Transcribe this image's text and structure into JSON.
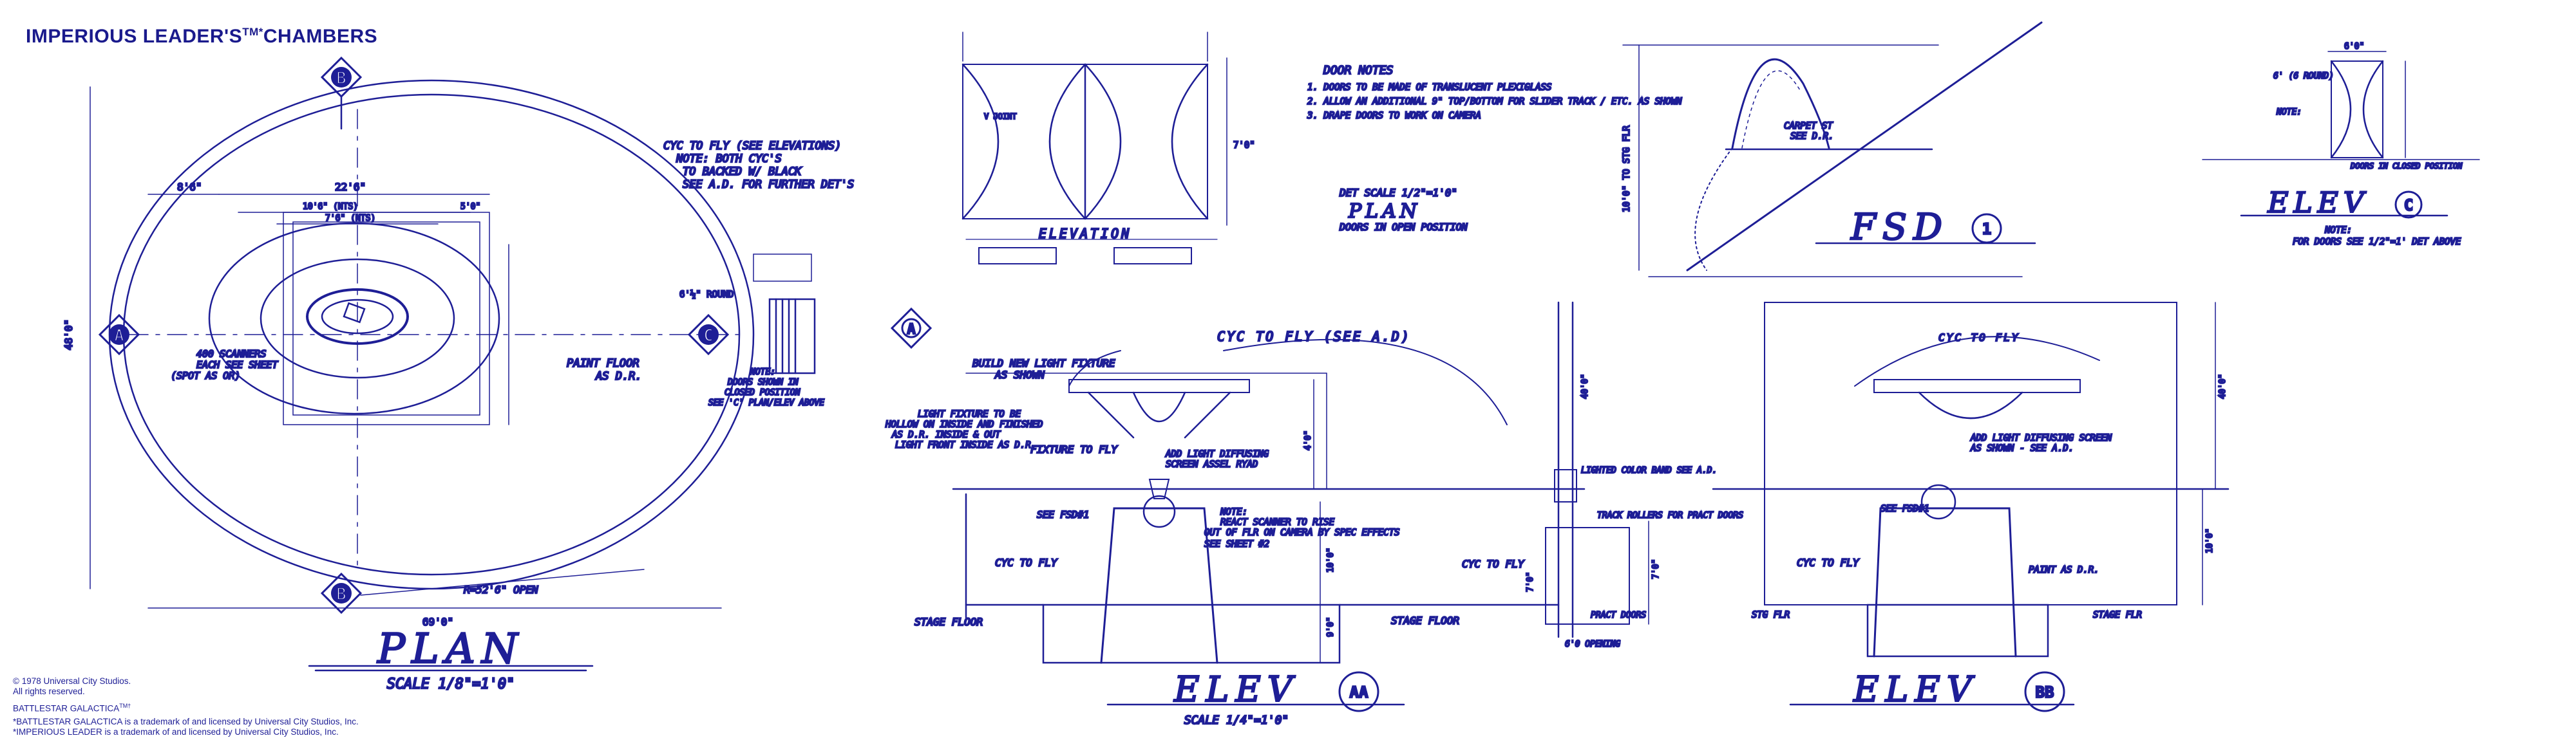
{
  "sheet": {
    "title": "IMPERIOUS LEADER'S",
    "title_tm": "TM*",
    "title_suffix": "CHAMBERS",
    "copyright_line1": "© 1978 Universal City Studios.",
    "copyright_line2": "All rights reserved.",
    "galactica": "BATTLESTAR GALACTICA",
    "galactica_tm": "TM†",
    "trademark_note1": "*BATTLESTAR GALACTICA is a trademark of and licensed by Universal City Studios, Inc.",
    "trademark_note2": "*IMPERIOUS LEADER is a trademark of and licensed by Universal City Studios, Inc."
  },
  "colors": {
    "ink": "#1e1e96",
    "paper": "#ffffff"
  },
  "plan": {
    "marker_b": "B",
    "marker_a": "A",
    "marker_c": "C",
    "title": "PLAN",
    "scale": "SCALE 1/8\"=1'0\"",
    "note_cyc": "CYC TO FLY (SEE ELEVATIONS)",
    "note_note": "NOTE:  BOTH CYC'S",
    "note_backed": "TO BACKED W/ BLACK",
    "note_seead": "SEE A.D. FOR FURTHER DET'S",
    "dim_top": "22'6\"",
    "dim_8": "8'6\"",
    "dim_10": "10'6\" (NTS)",
    "dim_7": "7'6\" (NTS)",
    "dim_5": "5'0\"",
    "dim_left": "48'0\"",
    "dim_bottom": "69'0\"",
    "dim_r": "R=52'6\" OPEN",
    "note_scanners1": "400 SCANNERS",
    "note_scanners2": "EACH SEE SHEET",
    "note_scanners3": "(SPOT AS OR)",
    "paint_floor1": "PAINT FLOOR",
    "paint_floor2": "AS D.R.",
    "round": "6'½\" ROUND",
    "note_doors1": "NOTE:",
    "note_doors2": "DOORS SHOWN IN",
    "note_doors3": "CLOSED POSITION",
    "note_doors4": "SEE 'C' PLAN/ELEV ABOVE"
  },
  "doors": {
    "elev_label": "ELEVATION",
    "vjoint": "V JOINT",
    "dim_7": "7'0\"",
    "notes_title": "DOOR NOTES",
    "note1": "1. DOORS TO BE MADE OF TRANSLUCENT PLEXIGLASS",
    "note2": "2. ALLOW AN ADDITIONAL 9\" TOP/BOTTOM FOR SLIDER TRACK / ETC. AS SHOWN",
    "note3": "3. DRAPE DOORS TO WORK ON CAMERA",
    "det_scale": "DET SCALE 1/2\"=1'0\"",
    "plan_label": "PLAN",
    "plan_sub": "DOORS IN OPEN POSITION"
  },
  "fsd": {
    "label": "FSD",
    "num": "1",
    "carpet": "CARPET ST",
    "carpet2": "SEE D.R.",
    "dim": "10'0\" TO STG FLR"
  },
  "elev_c": {
    "title": "ELEV",
    "marker": "C",
    "dim_top": "6'0\"",
    "note_round": "6' (6 ROUND)",
    "note_a": "NOTE:",
    "note_b": "DOORS IN CLOSED POSITION",
    "note_c": "NOTE:",
    "note_d": "FOR DOORS SEE 1/2\"=1' DET ABOVE"
  },
  "elev_aa": {
    "title": "ELEV",
    "marker": "AA",
    "scale": "SCALE 1/4\"=1'0\"",
    "cyc": "CYC TO FLY (SEE A.D)",
    "build_light1": "BUILD NEW LIGHT FIXTURE",
    "build_light2": "AS SHOWN",
    "light_fix1": "LIGHT FIXTURE TO BE",
    "light_fix2": "HOLLOW ON INSIDE AND FINISHED",
    "light_fix3": "AS D.R. INSIDE & OUT",
    "light_fix4": "LIGHT FRONT INSIDE AS D.R.",
    "fixture_fly": "FIXTURE TO FLY",
    "add_light1": "ADD LIGHT DIFFUSING",
    "add_light2": "SCREEN ASSEL RYAD",
    "see_fsd": "SEE FSD#1",
    "note_scan1": "NOTE:",
    "note_scan2": "REACT SCANNER TO RISE",
    "note_scan3": "OUT OF FLR ON CAMERA BY SPEC EFFECTS",
    "see_sheet": "SEE SHEET #2",
    "cyc_fly": "CYC TO FLY",
    "stage_floor": "STAGE FLOOR",
    "stage_floor2": "STAGE FLOOR",
    "cyc_fly2": "CYC TO FLY",
    "dim_4": "4'0\"",
    "dim_10": "10'0\"",
    "dim_9": "9'0\"",
    "dim_7": "7'0\""
  },
  "elev_door": {
    "lighted": "LIGHTED COLOR BAND SEE A.D.",
    "track": "TRACK ROLLERS FOR PRACT DOORS",
    "pract": "PRACT DOORS",
    "opening": "6'0 OPENING",
    "dim_7": "7'0\"",
    "dim_40": "40'0\""
  },
  "elev_bb": {
    "title": "ELEV",
    "marker": "BB",
    "cyc": "CYC TO FLY",
    "add_light1": "ADD LIGHT DIFFUSING SCREEN",
    "add_light2": "AS SHOWN - SEE A.D.",
    "see_fsd": "SEE FSD#1",
    "cyc_fly": "CYC TO FLY",
    "paint": "PAINT AS D.R.",
    "stg_flr": "STG FLR",
    "stage_flr": "STAGE FLR",
    "dim_40": "40'0\"",
    "dim_10": "10'0\""
  }
}
